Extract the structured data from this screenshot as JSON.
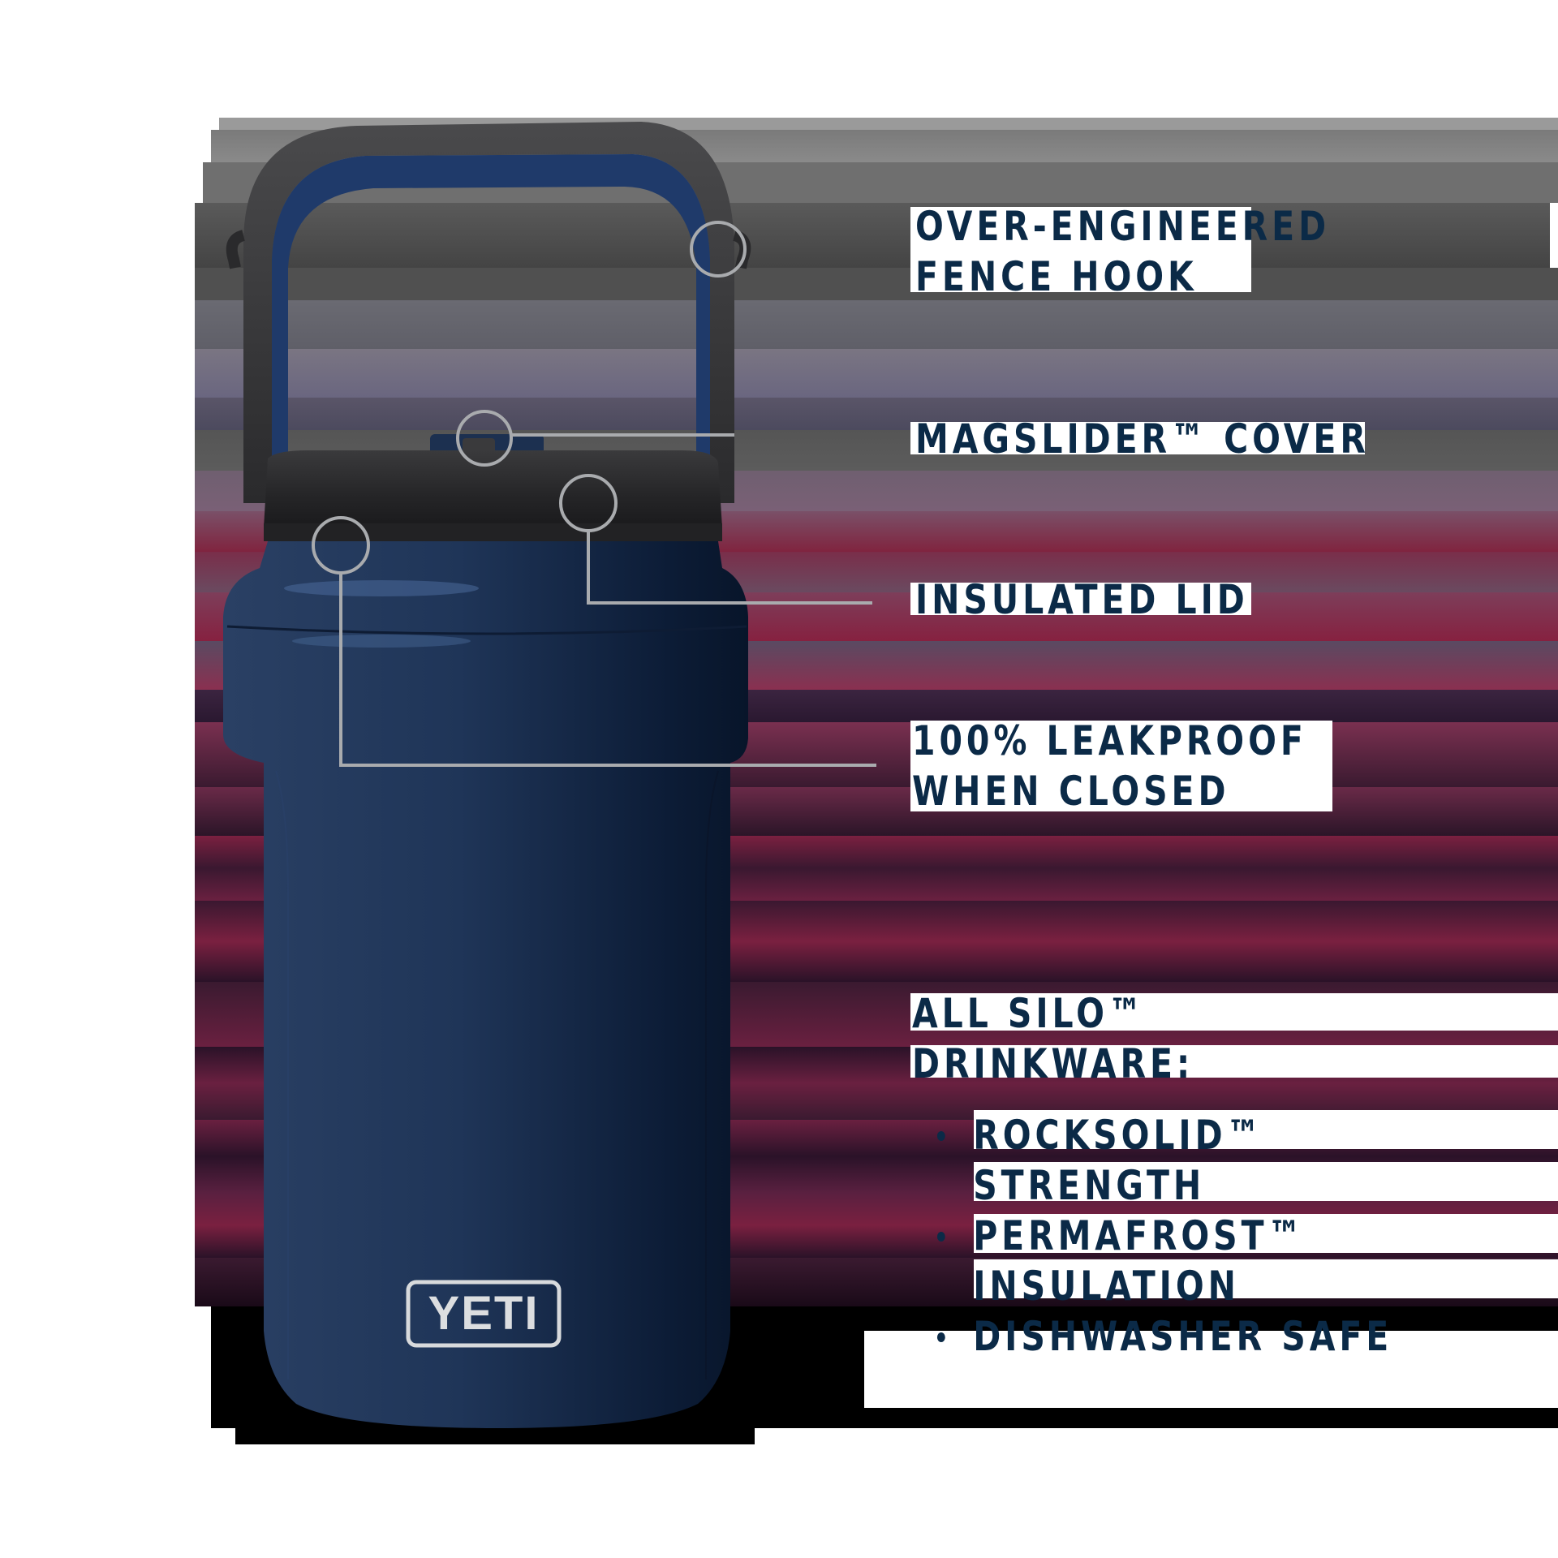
{
  "brand": {
    "logo_text": "YETI",
    "body_color": "#1c3050",
    "lid_color": "#2a2a2c",
    "text_color": "#0b2a47",
    "callout_color": "#a9abae"
  },
  "callouts": [
    {
      "id": "fence-hook",
      "lines": [
        "OVER-ENGINEERED",
        "FENCE HOOK"
      ]
    },
    {
      "id": "magslider-cover",
      "lines": [
        "MAGSLIDER™ COVER"
      ]
    },
    {
      "id": "insulated-lid",
      "lines": [
        "INSULATED LID"
      ]
    },
    {
      "id": "leakproof",
      "lines": [
        "100% LEAKPROOF",
        "WHEN CLOSED"
      ]
    },
    {
      "id": "drinkware",
      "lines": [
        "ALL SILO™",
        "DRINKWARE:"
      ]
    }
  ],
  "features": [
    {
      "lines": [
        "ROCKSOLID™",
        "STRENGTH"
      ]
    },
    {
      "lines": [
        "PERMAFROST™",
        "INSULATION"
      ]
    },
    {
      "lines": [
        "DISHWASHER SAFE"
      ]
    }
  ]
}
